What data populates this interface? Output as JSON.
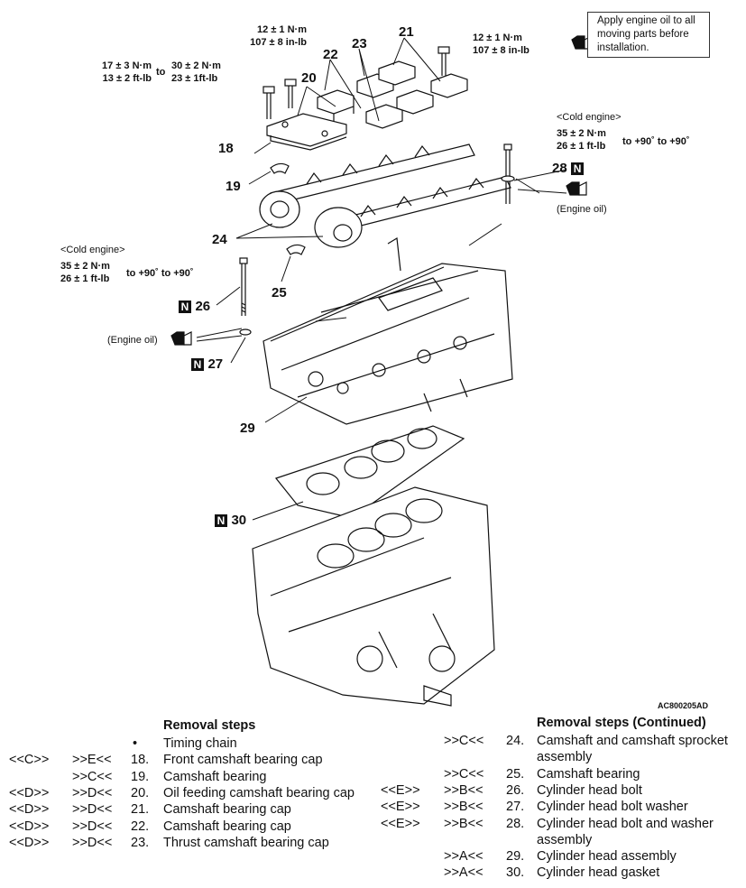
{
  "torque": {
    "t17_nm": "17 ± 3 N·m",
    "t17_ftlb": "13 ± 2 ft-lb",
    "to": "to",
    "t30_nm": "30 ± 2 N·m",
    "t30_ftlb": "23 ± 1ft-lb",
    "t12a_nm": "12 ± 1 N·m",
    "t12a_inlb": "107 ± 8 in-lb",
    "t12b_nm": "12 ± 1 N·m",
    "t12b_inlb": "107 ± 8 in-lb",
    "cold_right_title": "<Cold engine>",
    "cold_right_nm": "35 ± 2 N·m",
    "cold_right_ftlb": "26 ± 1 ft-lb",
    "cold_right_angle": "to +90˚ to +90˚",
    "cold_left_title": "<Cold engine>",
    "cold_left_nm": "35 ± 2 N·m",
    "cold_left_ftlb": "26 ± 1 ft-lb",
    "cold_left_angle": "to +90˚ to +90˚"
  },
  "note": {
    "text_line1": "Apply engine oil to all",
    "text_line2": "moving parts before",
    "text_line3": "installation.",
    "icon": "oil-can-icon"
  },
  "callouts": {
    "n18": "18",
    "n19": "19",
    "n20": "20",
    "n21": "21",
    "n22": "22",
    "n23": "23",
    "n24": "24",
    "n25": "25",
    "n26": "26",
    "n27": "27",
    "n28": "28",
    "n29": "29",
    "n30": "30",
    "new_part_mark": "N",
    "engine_oil_left": "(Engine oil)",
    "engine_oil_right": "(Engine oil)"
  },
  "figure_id": "AC800205AD",
  "removal_left": {
    "title": "Removal steps",
    "bullet": "•",
    "rows": [
      {
        "install": "",
        "remove": "",
        "num": "•",
        "name": "Timing chain"
      },
      {
        "install": "<<C>>",
        "remove": ">>E<<",
        "num": "18.",
        "name": "Front camshaft bearing cap"
      },
      {
        "install": "",
        "remove": ">>C<<",
        "num": "19.",
        "name": "Camshaft bearing"
      },
      {
        "install": "<<D>>",
        "remove": ">>D<<",
        "num": "20.",
        "name": "Oil feeding camshaft bearing cap"
      },
      {
        "install": "<<D>>",
        "remove": ">>D<<",
        "num": "21.",
        "name": "Camshaft bearing cap"
      },
      {
        "install": "<<D>>",
        "remove": ">>D<<",
        "num": "22.",
        "name": "Camshaft bearing cap"
      },
      {
        "install": "<<D>>",
        "remove": ">>D<<",
        "num": "23.",
        "name": "Thrust camshaft bearing cap"
      }
    ]
  },
  "removal_right": {
    "title": "Removal steps (Continued)",
    "rows": [
      {
        "install": "",
        "remove": ">>C<<",
        "num": "24.",
        "name": "Camshaft and camshaft sprocket",
        "name2": "assembly"
      },
      {
        "install": "",
        "remove": ">>C<<",
        "num": "25.",
        "name": "Camshaft bearing",
        "name2": ""
      },
      {
        "install": "<<E>>",
        "remove": ">>B<<",
        "num": "26.",
        "name": "Cylinder head bolt",
        "name2": ""
      },
      {
        "install": "<<E>>",
        "remove": ">>B<<",
        "num": "27.",
        "name": "Cylinder head bolt washer",
        "name2": ""
      },
      {
        "install": "<<E>>",
        "remove": ">>B<<",
        "num": "28.",
        "name": "Cylinder head bolt and washer",
        "name2": "assembly"
      },
      {
        "install": "",
        "remove": ">>A<<",
        "num": "29.",
        "name": "Cylinder head assembly",
        "name2": ""
      },
      {
        "install": "",
        "remove": ">>A<<",
        "num": "30.",
        "name": "Cylinder head gasket",
        "name2": ""
      }
    ]
  }
}
